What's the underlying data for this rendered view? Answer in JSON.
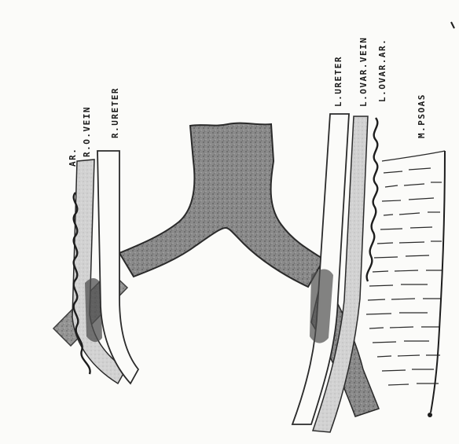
{
  "labels": {
    "r_ar": "AR.",
    "r_vein": "R.O.VEIN",
    "r_ureter": "R.URETER",
    "l_ureter": "L.URETER",
    "l_ovar_vein": "L.OVAR.VEIN",
    "l_ovar_ar": "L.OVAR.AR.",
    "m_psoas": "M.PSOAS"
  },
  "colors": {
    "vessel_fill": "#7f7f7f",
    "vessel_stroke": "#2a2a2a",
    "tube_fill": "#cfcfcf",
    "paper": "#fbfbf9"
  }
}
